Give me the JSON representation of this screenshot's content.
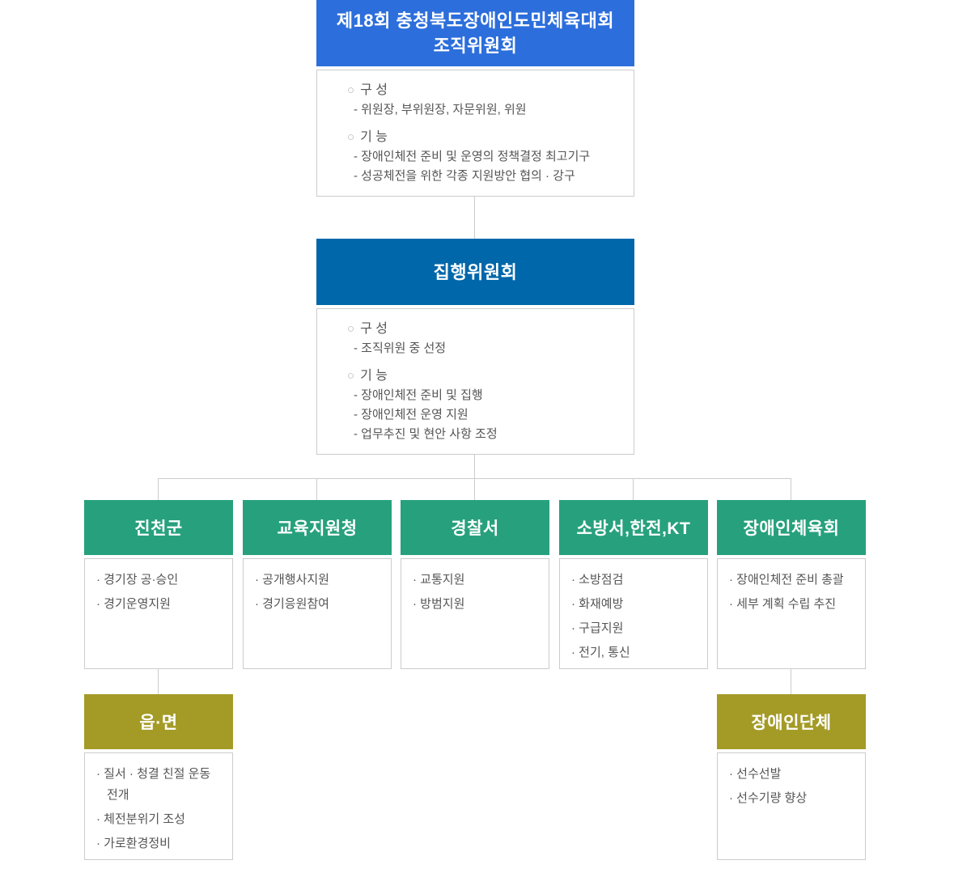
{
  "org_chart": {
    "top_committee": {
      "title_lines": [
        "제18회 충청북도장애인도민체육대회",
        "조직위원회"
      ],
      "sections": [
        {
          "bullet": "○",
          "heading": "구 성",
          "items": [
            "- 위원장, 부위원장, 자문위원, 위원"
          ]
        },
        {
          "bullet": "○",
          "heading": "기 능",
          "items": [
            "- 장애인체전 준비 및 운영의 정책결정 최고기구",
            "- 성공체전을 위한 각종 지원방안 협의 · 강구"
          ]
        }
      ]
    },
    "executive_committee": {
      "title": "집행위원회",
      "sections": [
        {
          "bullet": "○",
          "heading": "구 성",
          "items": [
            "- 조직위원 중 선정"
          ]
        },
        {
          "bullet": "○",
          "heading": "기 능",
          "items": [
            "- 장애인체전 준비 및 집행",
            "- 장애인체전 운영 지원",
            "- 업무추진 및 현안 사항 조정"
          ]
        }
      ]
    },
    "branches": [
      {
        "title": "진천군",
        "items": [
          "· 경기장 공·승인",
          "· 경기운영지원"
        ]
      },
      {
        "title": "교육지원청",
        "items": [
          "· 공개행사지원",
          "· 경기응원참여"
        ]
      },
      {
        "title": "경찰서",
        "items": [
          "· 교통지원",
          "· 방범지원"
        ]
      },
      {
        "title": "소방서,한전,KT",
        "items": [
          "· 소방점검",
          "· 화재예방",
          "· 구급지원",
          "· 전기, 통신"
        ]
      },
      {
        "title": "장애인체육회",
        "items": [
          "· 장애인체전 준비 총괄",
          "· 세부 계획 수립 추진"
        ]
      }
    ],
    "sub_branches": [
      {
        "title": "읍·면",
        "items": [
          "· 질서 · 청결 친절 운동 전개",
          "· 체전분위기 조성",
          "· 가로환경정비"
        ]
      },
      {
        "title": "장애인단체",
        "items": [
          "· 선수선발",
          "· 선수기량 향상"
        ]
      }
    ],
    "colors": {
      "primary_blue": "#2c6edb",
      "secondary_blue": "#0067aa",
      "branch_green": "#27a17d",
      "sub_olive": "#a49b27",
      "connector_gray": "#cccccc",
      "body_text_gray": "#555555"
    }
  }
}
